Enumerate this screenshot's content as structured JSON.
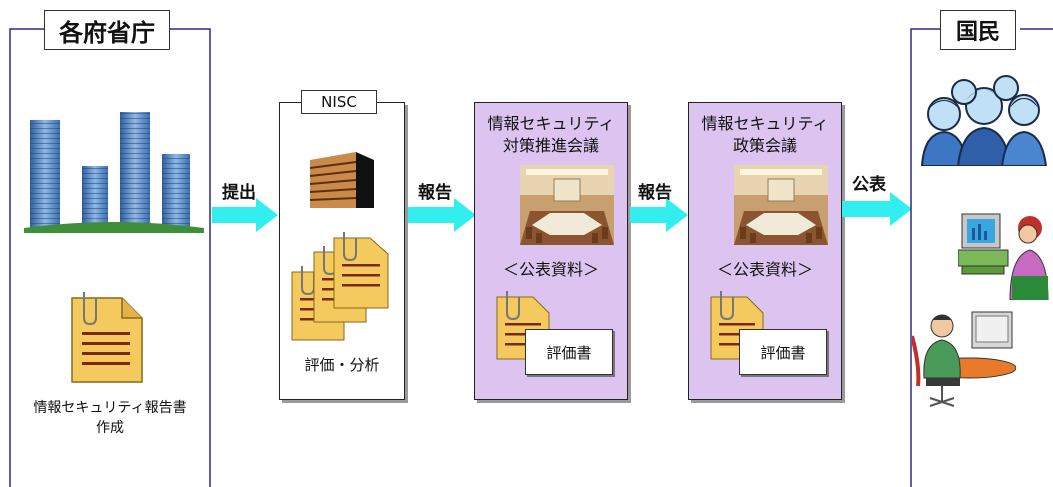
{
  "left_section": {
    "header": "各府省庁",
    "caption_line1": "情報セキュリティ報告書",
    "caption_line2": "作成"
  },
  "right_section": {
    "header": "国民"
  },
  "nisc": {
    "header": "NISC",
    "caption": "評価・分析"
  },
  "council1": {
    "title_line1": "情報セキュリティ",
    "title_line2": "対策推進会議",
    "materials_label": "＜公表資料＞",
    "doc_label": "評価書"
  },
  "council2": {
    "title_line1": "情報セキュリティ",
    "title_line2": "政策会議",
    "materials_label": "＜公表資料＞",
    "doc_label": "評価書"
  },
  "arrows": {
    "submit": "提出",
    "report1": "報告",
    "report2": "報告",
    "publish": "公表"
  },
  "colors": {
    "arrow": "#33eeee",
    "council_fill": "#dcc3f0",
    "bracket_line": "#2a2a8a",
    "document": "#f4c95d"
  }
}
